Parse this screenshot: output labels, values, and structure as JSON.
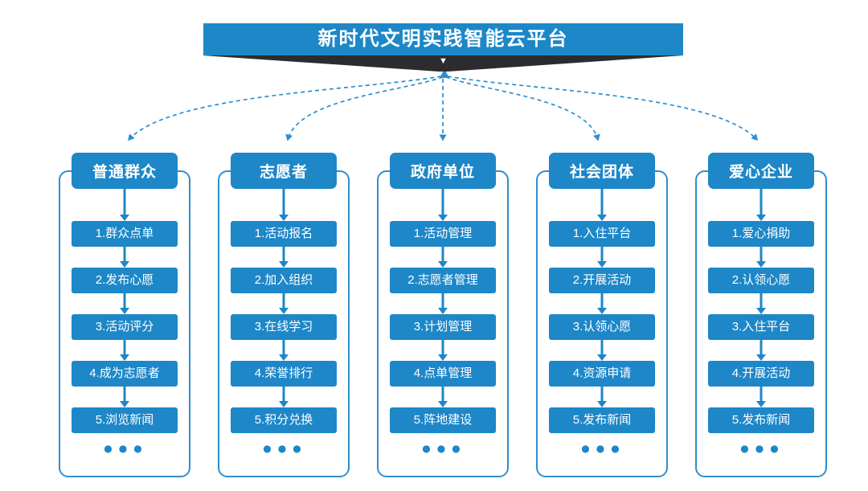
{
  "title": "新时代文明实践智能云平台",
  "icons": {
    "down_arrow_glyph": "▼",
    "ellipsis_glyph": "●●●"
  },
  "colors": {
    "primary_blue": "#1d87c8",
    "outline_blue": "#2f8fcb",
    "connector_blue": "#2b8ed2",
    "tail_dark": "#2c2c2e",
    "text_white": "#ffffff"
  },
  "columns": [
    {
      "header": "普通群众",
      "items": [
        "1.群众点单",
        "2.发布心愿",
        "3.活动评分",
        "4.成为志愿者",
        "5.浏览新闻"
      ]
    },
    {
      "header": "志愿者",
      "items": [
        "1.活动报名",
        "2.加入组织",
        "3.在线学习",
        "4.荣誉排行",
        "5.积分兑换"
      ]
    },
    {
      "header": "政府单位",
      "items": [
        "1.活动管理",
        "2.志愿者管理",
        "3.计划管理",
        "4.点单管理",
        "5.阵地建设"
      ]
    },
    {
      "header": "社会团体",
      "items": [
        "1.入住平台",
        "2.开展活动",
        "3.认领心愿",
        "4.资源申请",
        "5.发布新闻"
      ]
    },
    {
      "header": "爱心企业",
      "items": [
        "1.爱心捐助",
        "2.认领心愿",
        "3.入住平台",
        "4.开展活动",
        "5.发布新闻"
      ]
    }
  ]
}
